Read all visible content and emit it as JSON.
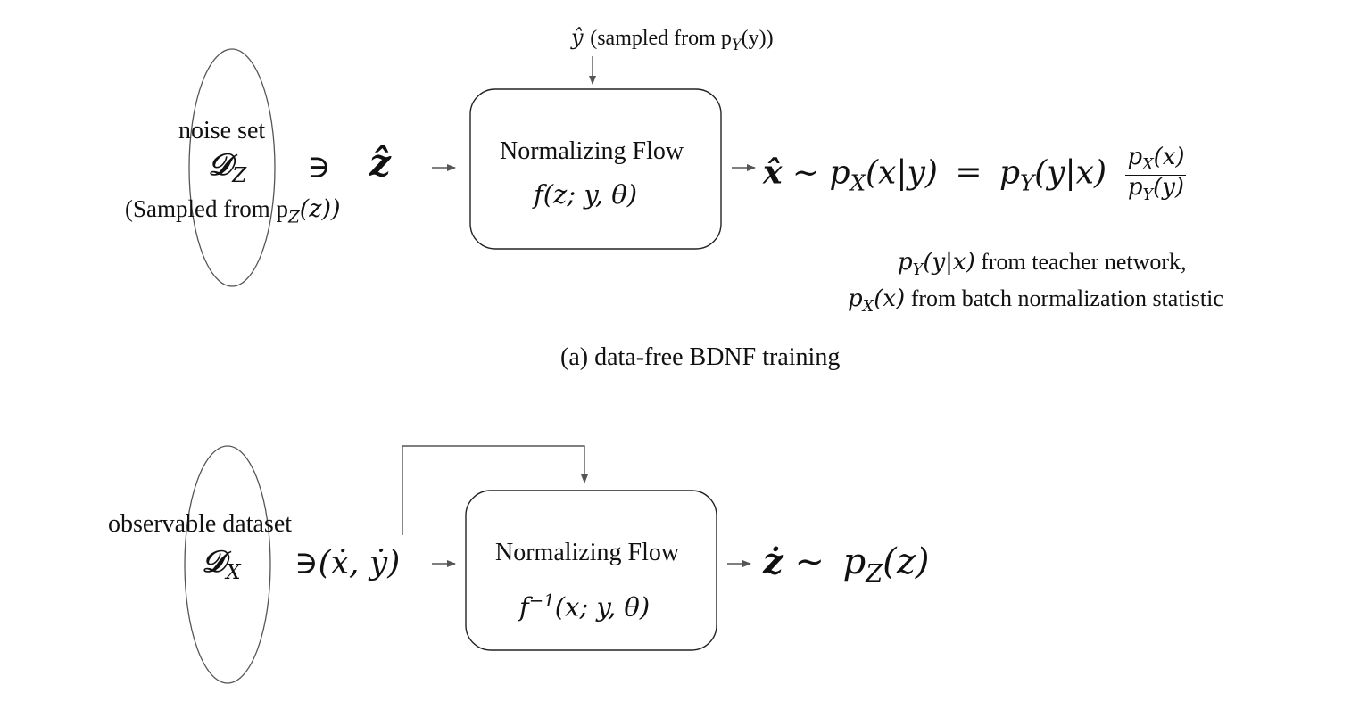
{
  "colors": {
    "stroke": "#555555",
    "text": "#111111"
  },
  "panel_a": {
    "y_hat_label": "ŷ",
    "y_hat_note": "(sampled from p",
    "y_hat_note_sub": "Y",
    "y_hat_note_tail": "(y))",
    "noise_set_label": "noise set",
    "D_Z": "𝒟",
    "D_Z_sub": "Z",
    "member": "∋",
    "z_hat": "ẑ",
    "sampled_from": "(Sampled from p",
    "sampled_from_sub": "Z",
    "sampled_from_tail": "(z))",
    "box_title": "Normalizing Flow",
    "box_formula": "f(z; y, θ)",
    "x_hat": "x̂",
    "tilde": "∼",
    "rhs_left": "p",
    "rhs_left_sub": "X",
    "rhs_left_tail": "(x|y)",
    "equals": "=",
    "rhs_right": "p",
    "rhs_right_sub": "Y",
    "rhs_right_tail": "(y|x)",
    "frac_num": "p",
    "frac_num_sub": "X",
    "frac_num_tail": "(x)",
    "frac_den": "p",
    "frac_den_sub": "Y",
    "frac_den_tail": "(y)",
    "note1_p": "p",
    "note1_sub": "Y",
    "note1_arg": "(y|x)",
    "note1_text": " from teacher network,",
    "note2_p": "p",
    "note2_sub": "X",
    "note2_arg": "(x)",
    "note2_text": " from batch normalization statistic",
    "caption": "(a)  data-free BDNF training"
  },
  "panel_b": {
    "dataset_label": "observable dataset",
    "D_X": "𝒟",
    "D_X_sub": "X",
    "pair": "∋(ẋ, ẏ)",
    "box_title": "Normalizing Flow",
    "box_formula_f": "f",
    "box_formula_sup": "−1",
    "box_formula_tail": "(x; y, θ)",
    "z_dot": "ż",
    "tilde": "∼",
    "rhs": "p",
    "rhs_sub": "Z",
    "rhs_tail": "(z)"
  }
}
